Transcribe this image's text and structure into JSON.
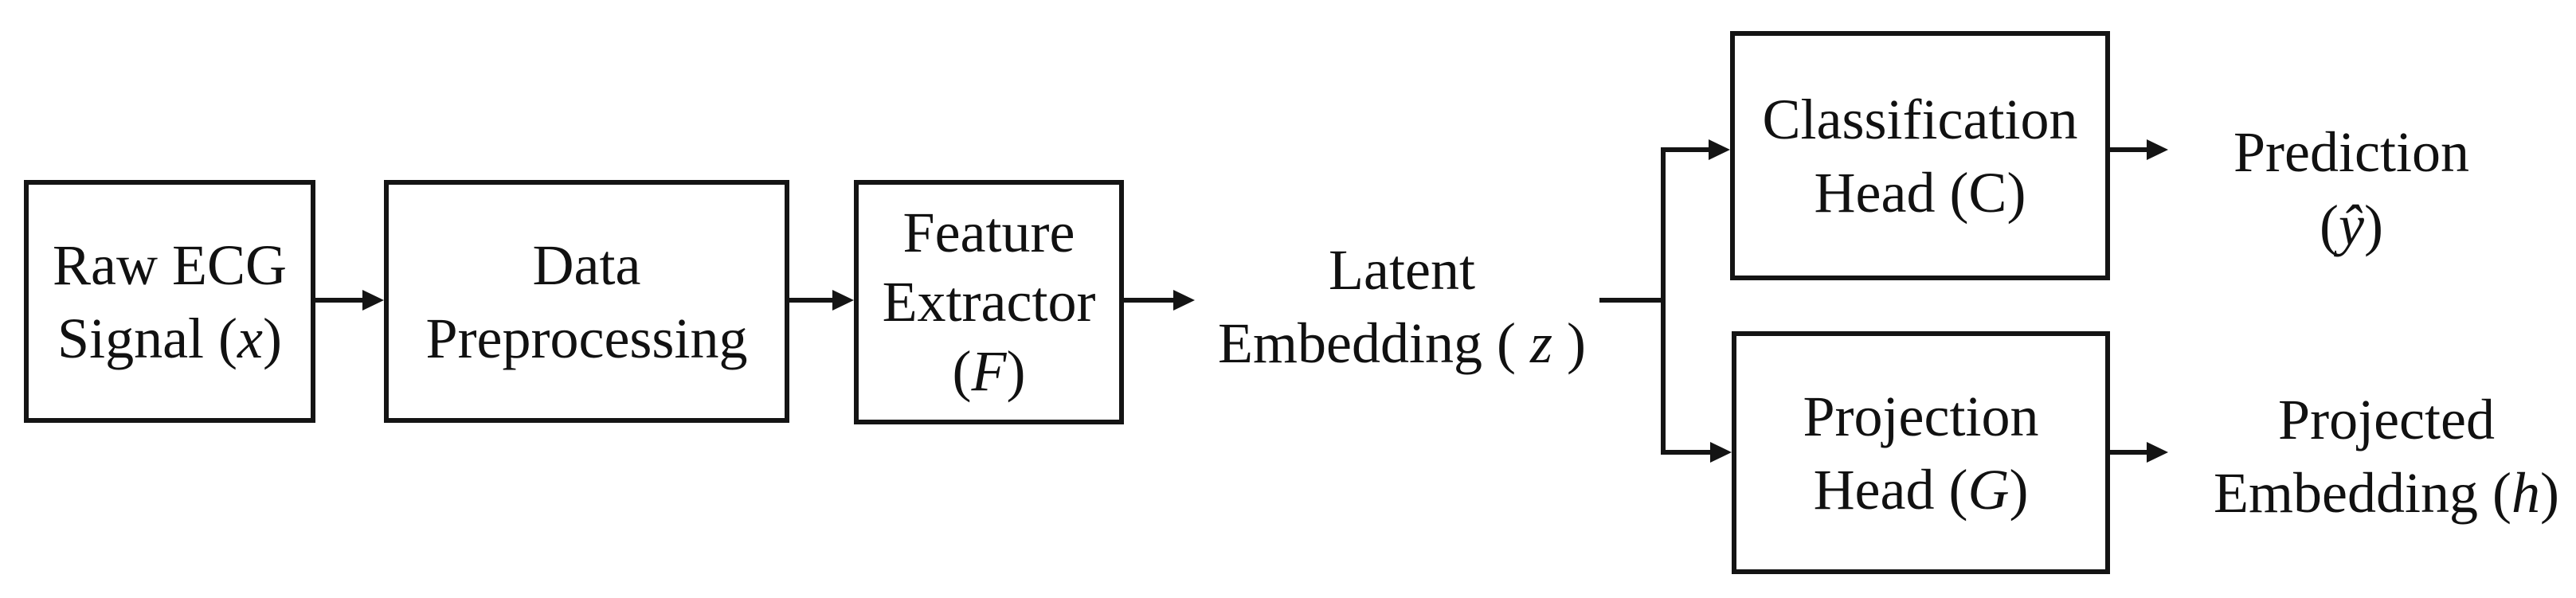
{
  "figure": {
    "background_color": "#ffffff",
    "line_color": "#141414",
    "text_color": "#111111"
  },
  "nodes": {
    "raw_ecg": {
      "line1": "Raw ECG",
      "line2_pre": "Signal (",
      "line2_var": "x",
      "line2_post": ")"
    },
    "data_preprocessing": {
      "line1": "Data",
      "line2": "Preprocessing"
    },
    "feature_extractor": {
      "line1": "Feature",
      "line2": "Extractor",
      "line3_pre": "(",
      "line3_var": "F",
      "line3_post": ")"
    },
    "latent_embedding": {
      "line1": "Latent",
      "line2_pre": "Embedding ( ",
      "line2_var": "z",
      "line2_post": " )"
    },
    "classification_head": {
      "line1": "Classification",
      "line2": "Head (C)"
    },
    "prediction": {
      "line1": "Prediction",
      "line2_pre": "(",
      "line2_var": "ŷ",
      "line2_post": ")"
    },
    "projection_head": {
      "line1": "Projection",
      "line2_pre": "Head (",
      "line2_var": "G",
      "line2_post": ")"
    },
    "projected_embedding": {
      "line1": "Projected",
      "line2_pre": "Embedding (",
      "line2_var": "h",
      "line2_post": ")"
    }
  }
}
